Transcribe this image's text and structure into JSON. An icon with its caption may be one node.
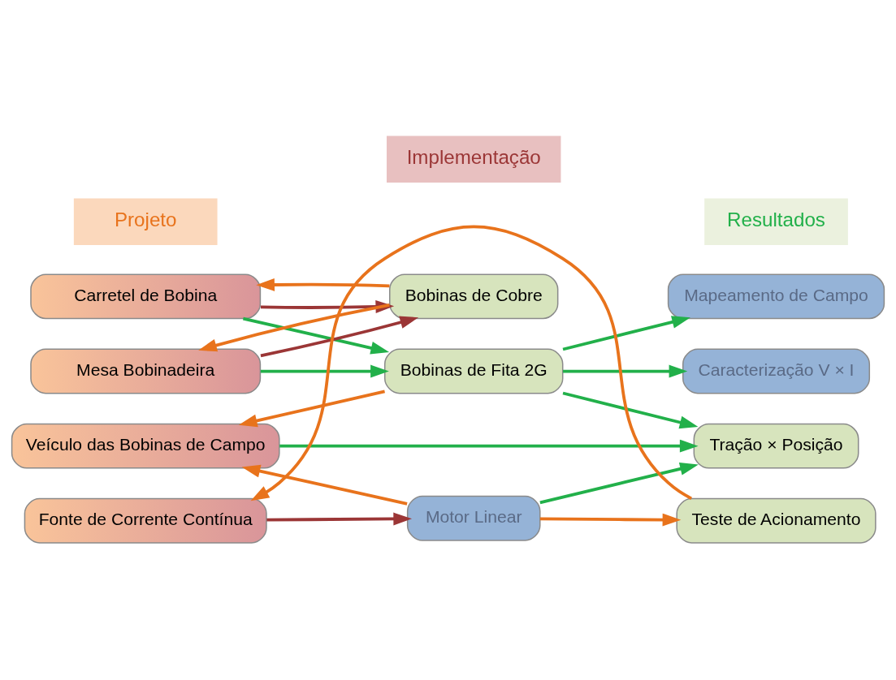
{
  "diagram": {
    "nodes": [
      {
        "text": [
          "Projeto"
        ]
      },
      {
        "text": [
          "Implementação"
        ]
      },
      {
        "text": [
          "Resultados"
        ]
      },
      {
        "text": [
          "Carretel de Bobina"
        ]
      },
      {
        "text": [
          "Bobinas de Cobre"
        ]
      },
      {
        "text": [
          "Mesa Bobinadeira"
        ]
      },
      {
        "text": [
          "Bobinas de Fita 2G"
        ]
      },
      {
        "text": [
          "Mapeamento de Campo"
        ]
      },
      {
        "text": [
          "Caracterização V × I"
        ]
      },
      {
        "text": [
          "Veículo das Bobinas de Campo"
        ]
      },
      {
        "text": [
          "Tração × Posição"
        ]
      },
      {
        "text": [
          "Fonte de Corrente Contínua"
        ]
      },
      {
        "text": [
          "Motor Linear"
        ]
      },
      {
        "text": [
          "Teste de Acionamento"
        ]
      }
    ],
    "edges": [
      {
        "from": 3,
        "to": 6,
        "arrow": "to",
        "color": "#22b04a"
      },
      {
        "from": 3,
        "to": 4,
        "arrow": "to",
        "color": "#9b3636"
      },
      {
        "from": 4,
        "to": 3,
        "arrow": "to",
        "color": "#e8731c"
      },
      {
        "from": 4,
        "to": 5,
        "arrow": "to",
        "color": "#e8731c"
      },
      {
        "from": 5,
        "to": 4,
        "arrow": "to",
        "color": "#9b3636"
      },
      {
        "from": 5,
        "to": 6,
        "arrow": "to",
        "color": "#22b04a"
      },
      {
        "from": 6,
        "to": 7,
        "arrow": "to",
        "color": "#22b04a"
      },
      {
        "from": 6,
        "to": 8,
        "arrow": "to",
        "color": "#22b04a"
      },
      {
        "from": 6,
        "to": 9,
        "arrow": "to",
        "color": "#e8731c"
      },
      {
        "from": 6,
        "to": 10,
        "arrow": "to",
        "color": "#22b04a"
      },
      {
        "from": 9,
        "to": 10,
        "arrow": "to",
        "color": "#22b04a"
      },
      {
        "from": 12,
        "to": 9,
        "arrow": "to",
        "color": "#e8731c"
      },
      {
        "from": 12,
        "to": 10,
        "arrow": "to",
        "color": "#22b04a"
      },
      {
        "from": 11,
        "to": 12,
        "arrow": "to",
        "color": "#9b3636"
      },
      {
        "from": 12,
        "to": 13,
        "arrow": "to",
        "color": "#e8731c"
      },
      {
        "from": 13,
        "to": 11,
        "arrow": "to",
        "color": "#e8731c"
      }
    ]
  }
}
